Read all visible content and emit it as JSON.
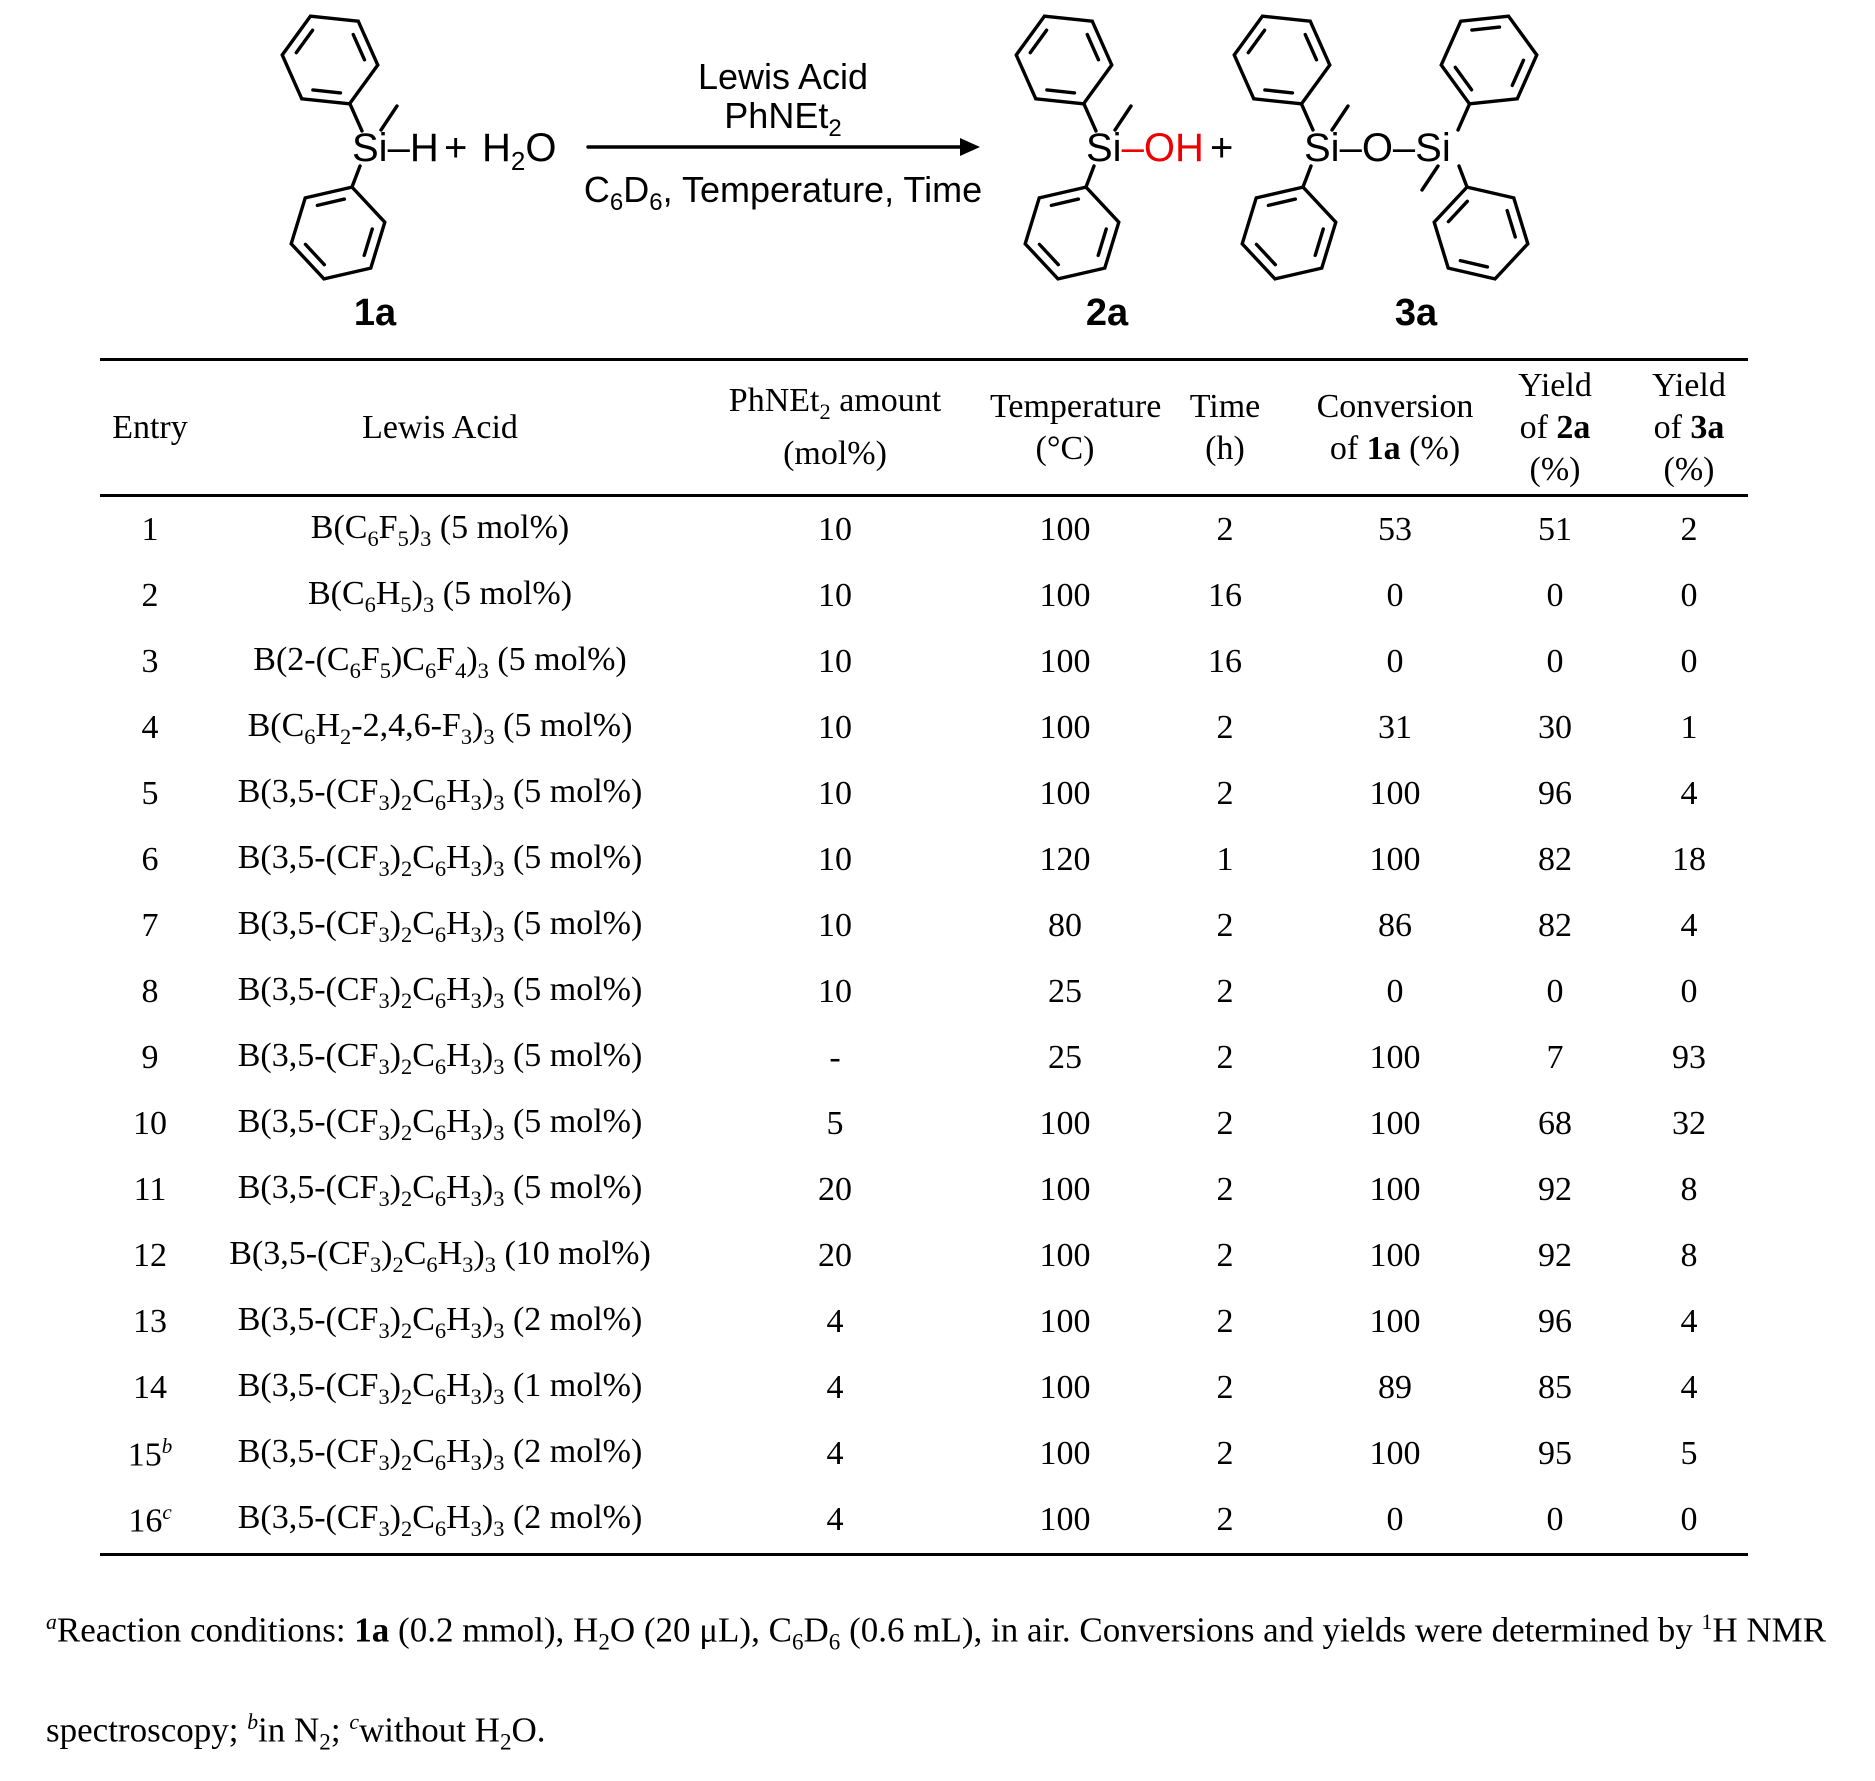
{
  "scheme": {
    "oh_color": "#ee0000",
    "reactant": {
      "si_h_html": "Si–H",
      "plus": "+",
      "h2o_html": "H<sub>2</sub>O",
      "label": "1a"
    },
    "arrow": {
      "above_line1": "Lewis Acid",
      "above_line2_html": "PhNEt<sub>2</sub>",
      "below_html": "C<sub>6</sub>D<sub>6</sub>, Temperature, Time"
    },
    "products": {
      "si_html": "Si",
      "oh_red_html": "–OH",
      "plus": "+",
      "silanol_label": "2a",
      "si_o_si_html": "Si–O–Si",
      "siloxane_label": "3a"
    }
  },
  "table": {
    "headers": [
      "Entry",
      "Lewis Acid",
      "PhNEt<sub>2</sub> amount<br>(mol%)",
      "Temperature<br>(°C)",
      "Time<br>(h)",
      "Conversion<br>of <b>1a</b> (%)",
      "Yield<br>of <b>2a</b><br>(%)",
      "Yield<br>of <b>3a</b><br>(%)"
    ],
    "rows": [
      [
        "1",
        "B(C<sub>6</sub>F<sub>5</sub>)<sub>3</sub> (5 mol%)",
        "10",
        "100",
        "2",
        "53",
        "51",
        "2"
      ],
      [
        "2",
        "B(C<sub>6</sub>H<sub>5</sub>)<sub>3</sub> (5 mol%)",
        "10",
        "100",
        "16",
        "0",
        "0",
        "0"
      ],
      [
        "3",
        "B(2-(C<sub>6</sub>F<sub>5</sub>)C<sub>6</sub>F<sub>4</sub>)<sub>3</sub> (5 mol%)",
        "10",
        "100",
        "16",
        "0",
        "0",
        "0"
      ],
      [
        "4",
        "B(C<sub>6</sub>H<sub>2</sub>-2,4,6-F<sub>3</sub>)<sub>3</sub> (5 mol%)",
        "10",
        "100",
        "2",
        "31",
        "30",
        "1"
      ],
      [
        "5",
        "B(3,5-(CF<sub>3</sub>)<sub>2</sub>C<sub>6</sub>H<sub>3</sub>)<sub>3</sub> (5 mol%)",
        "10",
        "100",
        "2",
        "100",
        "96",
        "4"
      ],
      [
        "6",
        "B(3,5-(CF<sub>3</sub>)<sub>2</sub>C<sub>6</sub>H<sub>3</sub>)<sub>3</sub> (5 mol%)",
        "10",
        "120",
        "1",
        "100",
        "82",
        "18"
      ],
      [
        "7",
        "B(3,5-(CF<sub>3</sub>)<sub>2</sub>C<sub>6</sub>H<sub>3</sub>)<sub>3</sub> (5 mol%)",
        "10",
        "80",
        "2",
        "86",
        "82",
        "4"
      ],
      [
        "8",
        "B(3,5-(CF<sub>3</sub>)<sub>2</sub>C<sub>6</sub>H<sub>3</sub>)<sub>3</sub> (5 mol%)",
        "10",
        "25",
        "2",
        "0",
        "0",
        "0"
      ],
      [
        "9",
        "B(3,5-(CF<sub>3</sub>)<sub>2</sub>C<sub>6</sub>H<sub>3</sub>)<sub>3</sub> (5 mol%)",
        "-",
        "25",
        "2",
        "100",
        "7",
        "93"
      ],
      [
        "10",
        "B(3,5-(CF<sub>3</sub>)<sub>2</sub>C<sub>6</sub>H<sub>3</sub>)<sub>3</sub> (5 mol%)",
        "5",
        "100",
        "2",
        "100",
        "68",
        "32"
      ],
      [
        "11",
        "B(3,5-(CF<sub>3</sub>)<sub>2</sub>C<sub>6</sub>H<sub>3</sub>)<sub>3</sub> (5 mol%)",
        "20",
        "100",
        "2",
        "100",
        "92",
        "8"
      ],
      [
        "12",
        "B(3,5-(CF<sub>3</sub>)<sub>2</sub>C<sub>6</sub>H<sub>3</sub>)<sub>3</sub> (10 mol%)",
        "20",
        "100",
        "2",
        "100",
        "92",
        "8"
      ],
      [
        "13",
        "B(3,5-(CF<sub>3</sub>)<sub>2</sub>C<sub>6</sub>H<sub>3</sub>)<sub>3</sub> (2 mol%)",
        "4",
        "100",
        "2",
        "100",
        "96",
        "4"
      ],
      [
        "14",
        "B(3,5-(CF<sub>3</sub>)<sub>2</sub>C<sub>6</sub>H<sub>3</sub>)<sub>3</sub> (1 mol%)",
        "4",
        "100",
        "2",
        "89",
        "85",
        "4"
      ],
      [
        "15<sup><i>b</i></sup>",
        "B(3,5-(CF<sub>3</sub>)<sub>2</sub>C<sub>6</sub>H<sub>3</sub>)<sub>3</sub> (2 mol%)",
        "4",
        "100",
        "2",
        "100",
        "95",
        "5"
      ],
      [
        "16<sup><i>c</i></sup>",
        "B(3,5-(CF<sub>3</sub>)<sub>2</sub>C<sub>6</sub>H<sub>3</sub>)<sub>3</sub> (2 mol%)",
        "4",
        "100",
        "2",
        "0",
        "0",
        "0"
      ]
    ]
  },
  "footnote": {
    "html": "<sup><i>a</i></sup>Reaction conditions: <b>1a</b> (0.2 mmol), H<sub>2</sub>O (20 μL), C<sub>6</sub>D<sub>6</sub> (0.6 mL), in air. Conversions and yields were determined by <sup>1</sup>H NMR spectroscopy; <sup><i>b</i></sup>in N<sub>2</sub>; <sup><i>c</i></sup>without H<sub>2</sub>O."
  }
}
